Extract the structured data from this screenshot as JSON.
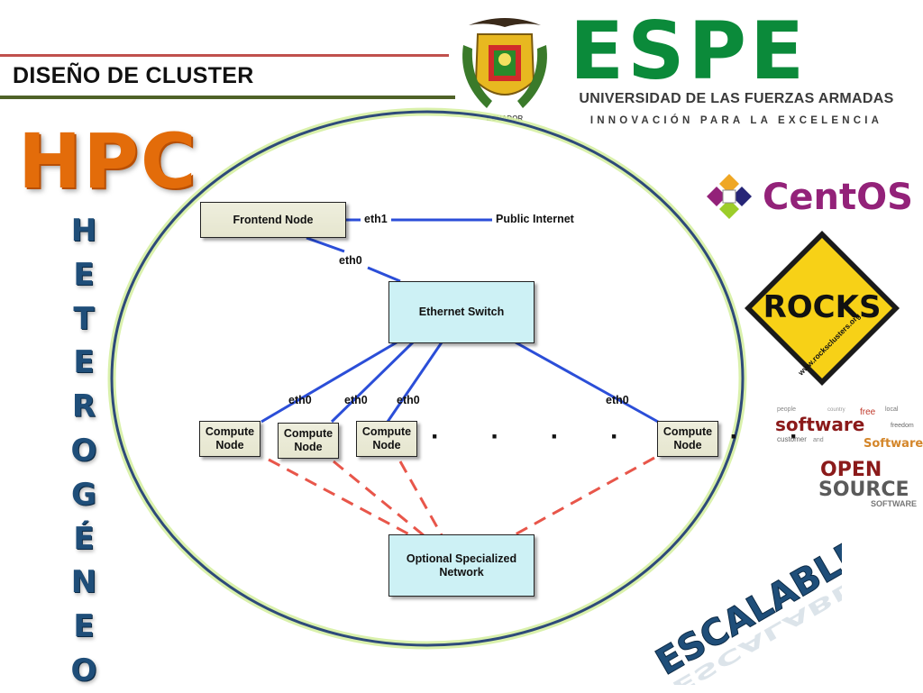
{
  "header": {
    "slide_title": "DISEÑO DE CLUSTER",
    "institution_logo": "ESPE",
    "institution_name": "UNIVERSIDAD DE LAS FUERZAS ARMADAS",
    "institution_motto": "INNOVACIÓN PARA LA EXCELENCIA",
    "crest_caption": "ECUADOR",
    "crest_icon": "university-crest-icon"
  },
  "left_panel": {
    "hpc_title": "HPC",
    "vertical_word": [
      "H",
      "E",
      "T",
      "E",
      "R",
      "O",
      "G",
      "É",
      "N",
      "E",
      "O"
    ]
  },
  "diagram": {
    "nodes": {
      "frontend": "Frontend Node",
      "switch": "Ethernet Switch",
      "compute": [
        [
          "Compute",
          "Node"
        ],
        [
          "Compute",
          "Node"
        ],
        [
          "Compute",
          "Node"
        ],
        [
          "Compute",
          "Node"
        ]
      ],
      "optional_network": [
        "Optional Specialized",
        "Network"
      ]
    },
    "labels": {
      "eth1": "eth1",
      "public_internet": "Public Internet",
      "frontend_eth0": "eth0",
      "compute_eth0": [
        "eth0",
        "eth0",
        "eth0",
        "eth0"
      ],
      "ellipsis": "· · · · · · ·"
    }
  },
  "right_panel": {
    "centos": "CentOS",
    "rocks": "ROCKS",
    "rocks_url": "www.rocksclusters.org",
    "software_main": "software",
    "software_sub": "Software",
    "software_words": [
      "free",
      "people",
      "country",
      "freedom",
      "local",
      "customer",
      "and"
    ],
    "open": "OPEN",
    "source": "SOURCE",
    "open_source_sub": "SOFTWARE",
    "escalable": "ESCALABLE"
  },
  "colors": {
    "accent_red": "#c0504d",
    "accent_green": "#4f6228",
    "hpc_orange": "#e36c0a",
    "heterogeneo_blue": "#1f4e79",
    "espe_green": "#0b8a3a",
    "centos_purple": "#932279",
    "rocks_yellow": "#f7d117",
    "link_blue": "#2b4ed8",
    "optional_link_red": "#e8564a",
    "ellipse_stroke": "#2e4a7a",
    "ellipse_glow": "#d6f0a3"
  }
}
